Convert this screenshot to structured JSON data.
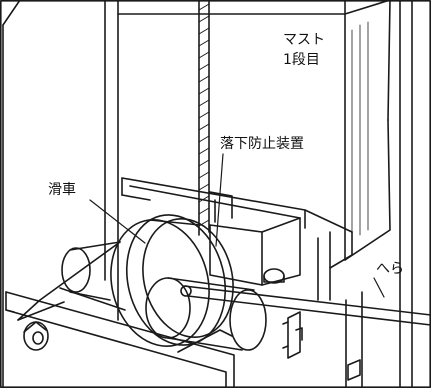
{
  "labels": {
    "mast_line1": "マスト",
    "mast_line2": "1段目",
    "fall_prevention": "落下防止装置",
    "pulley": "滑車",
    "spatula": "へら"
  },
  "colors": {
    "line": "#1a1a1a",
    "background": "#ffffff"
  }
}
